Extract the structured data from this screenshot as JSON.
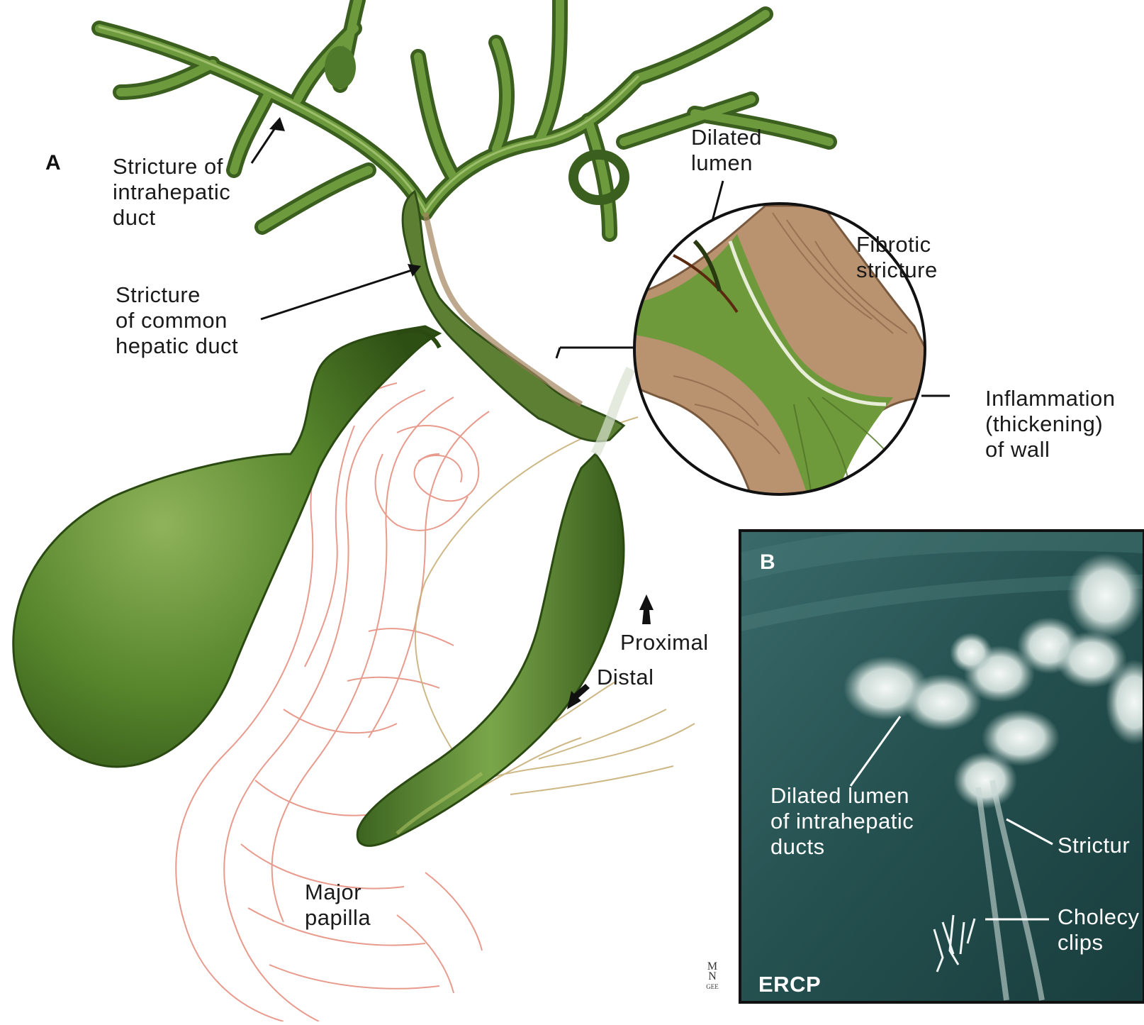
{
  "panel_a": {
    "letter": "A",
    "labels": {
      "stricture_intrahepatic": [
        "Stricture of",
        "intrahepatic",
        "duct"
      ],
      "stricture_common_hepatic": [
        "Stricture",
        "of common",
        "hepatic duct"
      ],
      "dilated_lumen": [
        "Dilated",
        "lumen"
      ],
      "fibrotic_stricture": [
        "Fibrotic",
        "stricture"
      ],
      "inflammation": [
        "Inflammation",
        "(thickening)",
        "of wall"
      ],
      "proximal": "Proximal",
      "distal": "Distal",
      "major_papilla": [
        "Major",
        "papilla"
      ]
    }
  },
  "panel_b": {
    "letter": "B",
    "labels": {
      "dilated_lumen_intrahepatic": [
        "Dilated lumen",
        "of intrahepatic",
        "ducts"
      ],
      "stricture": "Strictur",
      "cholecystectomy_clips": [
        "Cholecy",
        "clips"
      ],
      "modality": "ERCP"
    }
  },
  "credit": [
    "M",
    "N",
    "GEE"
  ],
  "colors": {
    "duct_green": "#4f7a2c",
    "duct_dark": "#2f4f17",
    "duct_light": "#8fb060",
    "duodenum_red": "#e07a6a",
    "fibrotic_tan": "#b58a6a",
    "xray_bg": "#2c5a5a"
  }
}
